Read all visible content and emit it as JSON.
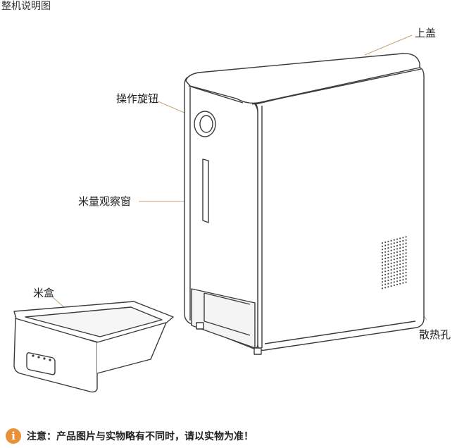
{
  "title": "整机说明图",
  "labels": {
    "top_cover": "上盖",
    "knob": "操作旋钮",
    "window": "米量观察窗",
    "rice_box": "米盒",
    "vents": "散热孔"
  },
  "notice": {
    "icon": "info-icon",
    "text": "注意：产品图片与实物略有不同时，请以实物为准！"
  },
  "colors": {
    "line": "#3a3a3a",
    "leader": "#c8a27a",
    "accent": "#e8903a"
  }
}
